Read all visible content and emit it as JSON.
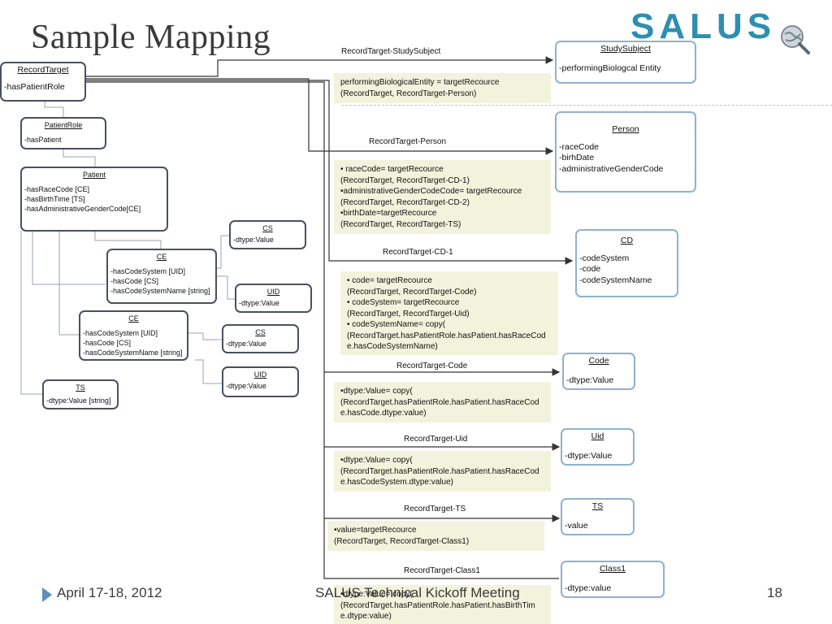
{
  "slide": {
    "title": "Sample Mapping",
    "logo": "SALUS"
  },
  "footer": {
    "date": "April 17-18, 2012",
    "event": "SALUS Technical Kickoff Meeting",
    "page": "18"
  },
  "source": {
    "record_target": {
      "title": "RecordTarget",
      "lines": [
        "-hasPatientRole"
      ]
    },
    "patient_role": {
      "title": "PatientRole",
      "lines": [
        "-hasPatient"
      ]
    },
    "patient": {
      "title": "Patient",
      "lines": [
        "-hasRaceCode [CE]",
        "-hasBirthTime [TS]",
        "-hasAdministrativeGenderCode[CE]"
      ]
    },
    "ce1": {
      "title": "CE",
      "lines": [
        "-hasCodeSystem [UID]",
        "-hasCode [CS]",
        "-hasCodeSystemName [string]"
      ]
    },
    "ce2": {
      "title": "CE",
      "lines": [
        "-hasCodeSystem [UID]",
        "-hasCode [CS]",
        "-hasCodeSystemName [string]"
      ]
    },
    "cs1": {
      "title": "CS",
      "lines": [
        "-dtype:Value"
      ]
    },
    "uid1": {
      "title": "UID",
      "lines": [
        "-dtype:Value"
      ]
    },
    "cs2": {
      "title": "CS",
      "lines": [
        "-dtype:Value"
      ]
    },
    "uid2": {
      "title": "UID",
      "lines": [
        "-dtype:Value"
      ]
    },
    "ts": {
      "title": "TS",
      "lines": [
        "-dtype:Value [string]"
      ]
    }
  },
  "target": {
    "study_subject": {
      "title": "StudySubject",
      "lines": [
        "-performingBiologcal Entity"
      ]
    },
    "person": {
      "title": "Person",
      "lines": [
        "-raceCode",
        "-birhDate",
        "-administrativeGenderCode"
      ]
    },
    "cd": {
      "title": "CD",
      "lines": [
        "-codeSystem",
        "-code",
        "-codeSystemName"
      ]
    },
    "code": {
      "title": "Code",
      "lines": [
        "-dtype:Value"
      ]
    },
    "uid": {
      "title": "Uid",
      "lines": [
        "-dtype:Value"
      ]
    },
    "ts": {
      "title": "TS",
      "lines": [
        "-value"
      ]
    },
    "class1": {
      "title": "Class1",
      "lines": [
        "-dtype:value"
      ]
    }
  },
  "edges": {
    "study_subject": "RecordTarget-StudySubject",
    "person": "RecordTarget-Person",
    "cd1": "RecordTarget-CD-1",
    "code": "RecordTarget-Code",
    "uid": "RecordTarget-Uid",
    "ts": "RecordTarget-TS",
    "class1": "RecordTarget-Class1"
  },
  "notes": {
    "study_subject": [
      "performingBiologicalEntity = targetRecource",
      "(RecordTarget, RecordTarget-Person)"
    ],
    "person": [
      "• raceCode= targetRecource",
      "(RecordTarget, RecordTarget-CD-1)",
      "•administrativeGenderCodeCode= targetRecource",
      "(RecordTarget, RecordTarget-CD-2)",
      "•birthDate=targetRecource",
      "(RecordTarget, RecordTarget-TS)"
    ],
    "cd": [
      "• code= targetRecource",
      "(RecordTarget, RecordTarget-Code)",
      "• codeSystem= targetRecource",
      "(RecordTarget, RecordTarget-Uid)",
      "• codeSystemName= copy(",
      "(RecordTarget.hasPatientRole.hasPatient.hasRaceCod",
      "e.hasCodeSystemName)"
    ],
    "code": [
      "•dtype:Value= copy(",
      "(RecordTarget.hasPatientRole.hasPatient.hasRaceCod",
      "e.hasCode.dtype:value)"
    ],
    "uid": [
      "•dtype:Value= copy(",
      "(RecordTarget.hasPatientRole.hasPatient.hasRaceCod",
      "e.hasCodeSystem.dtype:value)"
    ],
    "ts": [
      "•value=targetRecource",
      "(RecordTarget, RecordTarget-Class1)"
    ],
    "class1": [
      "•dtype:Value= copy(",
      "(RecordTarget.hasPatientRole.hasPatient.hasBirthTim",
      "e.dtype:value)"
    ]
  }
}
